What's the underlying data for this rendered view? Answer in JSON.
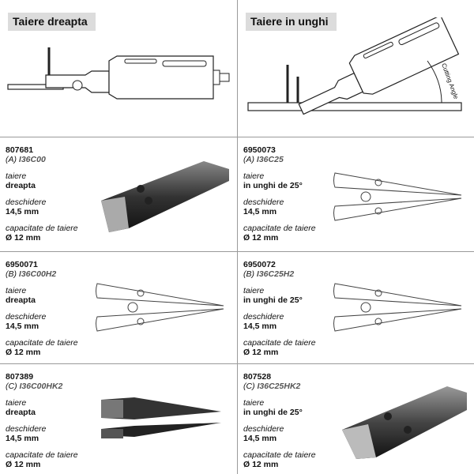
{
  "headers": {
    "left_title": "Taiere dreapta",
    "right_title": "Taiere in unghi",
    "cutting_angle": "Cutting Angle"
  },
  "products": [
    {
      "code": "807681",
      "group": "(A)",
      "model": "I36C00",
      "cut_label": "taiere",
      "cut_value": "dreapta",
      "strip_label": "deschidere",
      "strip_value": "14,5 mm",
      "cap_label": "capacitate de taiere",
      "cap_value": "Ø 12 mm"
    },
    {
      "code": "6950073",
      "group": "(A)",
      "model": "I36C25",
      "cut_label": "taiere",
      "cut_value": "in unghi de 25°",
      "strip_label": "deschidere",
      "strip_value": "14,5 mm",
      "cap_label": "capacitate de taiere",
      "cap_value": "Ø 12 mm"
    },
    {
      "code": "6950071",
      "group": "(B)",
      "model": "I36C00H2",
      "cut_label": "taiere",
      "cut_value": "dreapta",
      "strip_label": "deschidere",
      "strip_value": "14,5 mm",
      "cap_label": "capacitate de taiere",
      "cap_value": "Ø 12 mm"
    },
    {
      "code": "6950072",
      "group": "(B)",
      "model": "I36C25H2",
      "cut_label": "taiere",
      "cut_value": "in unghi de 25°",
      "strip_label": "deschidere",
      "strip_value": "14,5 mm",
      "cap_label": "capacitate de taiere",
      "cap_value": "Ø 12 mm"
    },
    {
      "code": "807389",
      "group": "(C)",
      "model": "I36C00HK2",
      "cut_label": "taiere",
      "cut_value": "dreapta",
      "strip_label": "deschidere",
      "strip_value": "14,5 mm",
      "cap_label": "capacitate de taiere",
      "cap_value": "Ø 12 mm"
    },
    {
      "code": "807528",
      "group": "(C)",
      "model": "I36C25HK2",
      "cut_label": "taiere",
      "cut_value": "in unghi de 25°",
      "strip_label": "deschidere",
      "strip_value": "14,5 mm",
      "cap_label": "capacitate de taiere",
      "cap_value": "Ø 12 mm"
    }
  ]
}
